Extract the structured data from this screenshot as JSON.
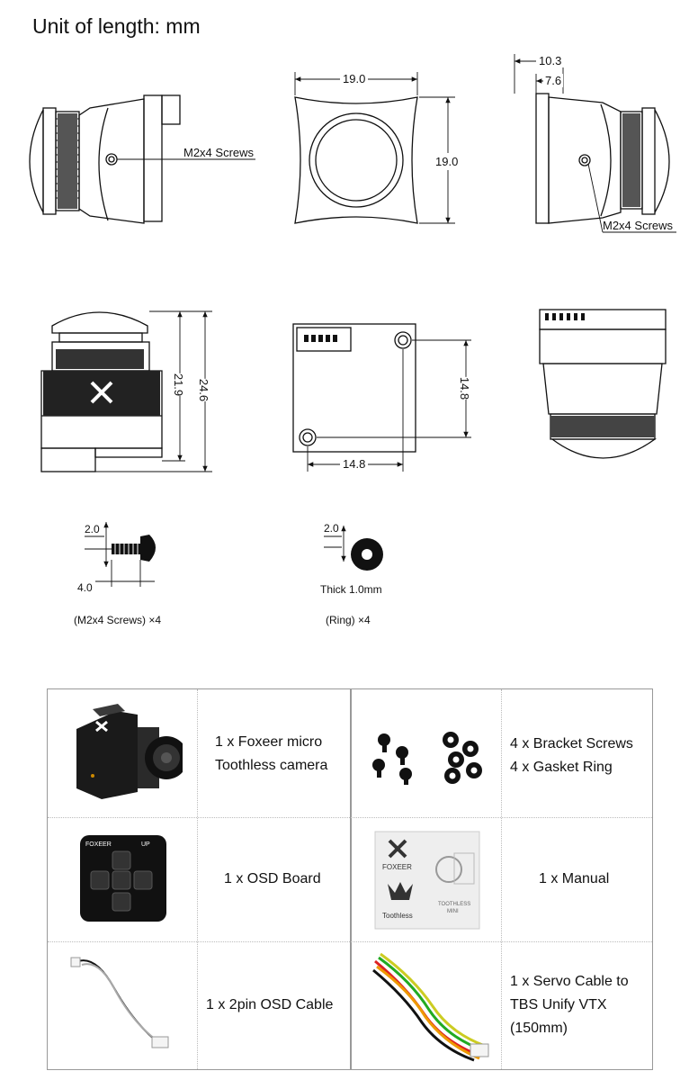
{
  "header": {
    "title": "Unit of length: mm"
  },
  "dimensions": {
    "front_width": "19.0",
    "front_height": "19.0",
    "side_depth_total": "10.3",
    "side_depth_body": "7.6",
    "screw_label_left": "M2x4 Screws",
    "screw_label_right": "M2x4 Screws",
    "height_body": "21.9",
    "height_total": "24.6",
    "hole_spacing_vertical": "14.8",
    "hole_spacing_horizontal": "14.8"
  },
  "accessories": {
    "screw_head": "2.0",
    "screw_length": "4.0",
    "screw_caption": "(M2x4 Screws) ×4",
    "ring_size": "2.0",
    "ring_thickness": "Thick 1.0mm",
    "ring_caption": "(Ring) ×4"
  },
  "package": {
    "camera": [
      "1 x Foxeer micro",
      "Toothless camera"
    ],
    "screws": [
      "4 x Bracket Screws",
      "4 x Gasket Ring"
    ],
    "osd_board": "1 x OSD Board",
    "manual": "1 x Manual",
    "osd_cable": "1 x 2pin OSD Cable",
    "servo_cable": [
      "1 x Servo Cable to",
      "TBS Unify VTX",
      "(150mm)"
    ],
    "board_labels": {
      "brand": "FOXEER",
      "up": "UP"
    },
    "manual_labels": {
      "brand": "FOXEER",
      "model": "Toothless",
      "model_small": "TOOTHLESS",
      "model_sub": "MINI"
    }
  }
}
